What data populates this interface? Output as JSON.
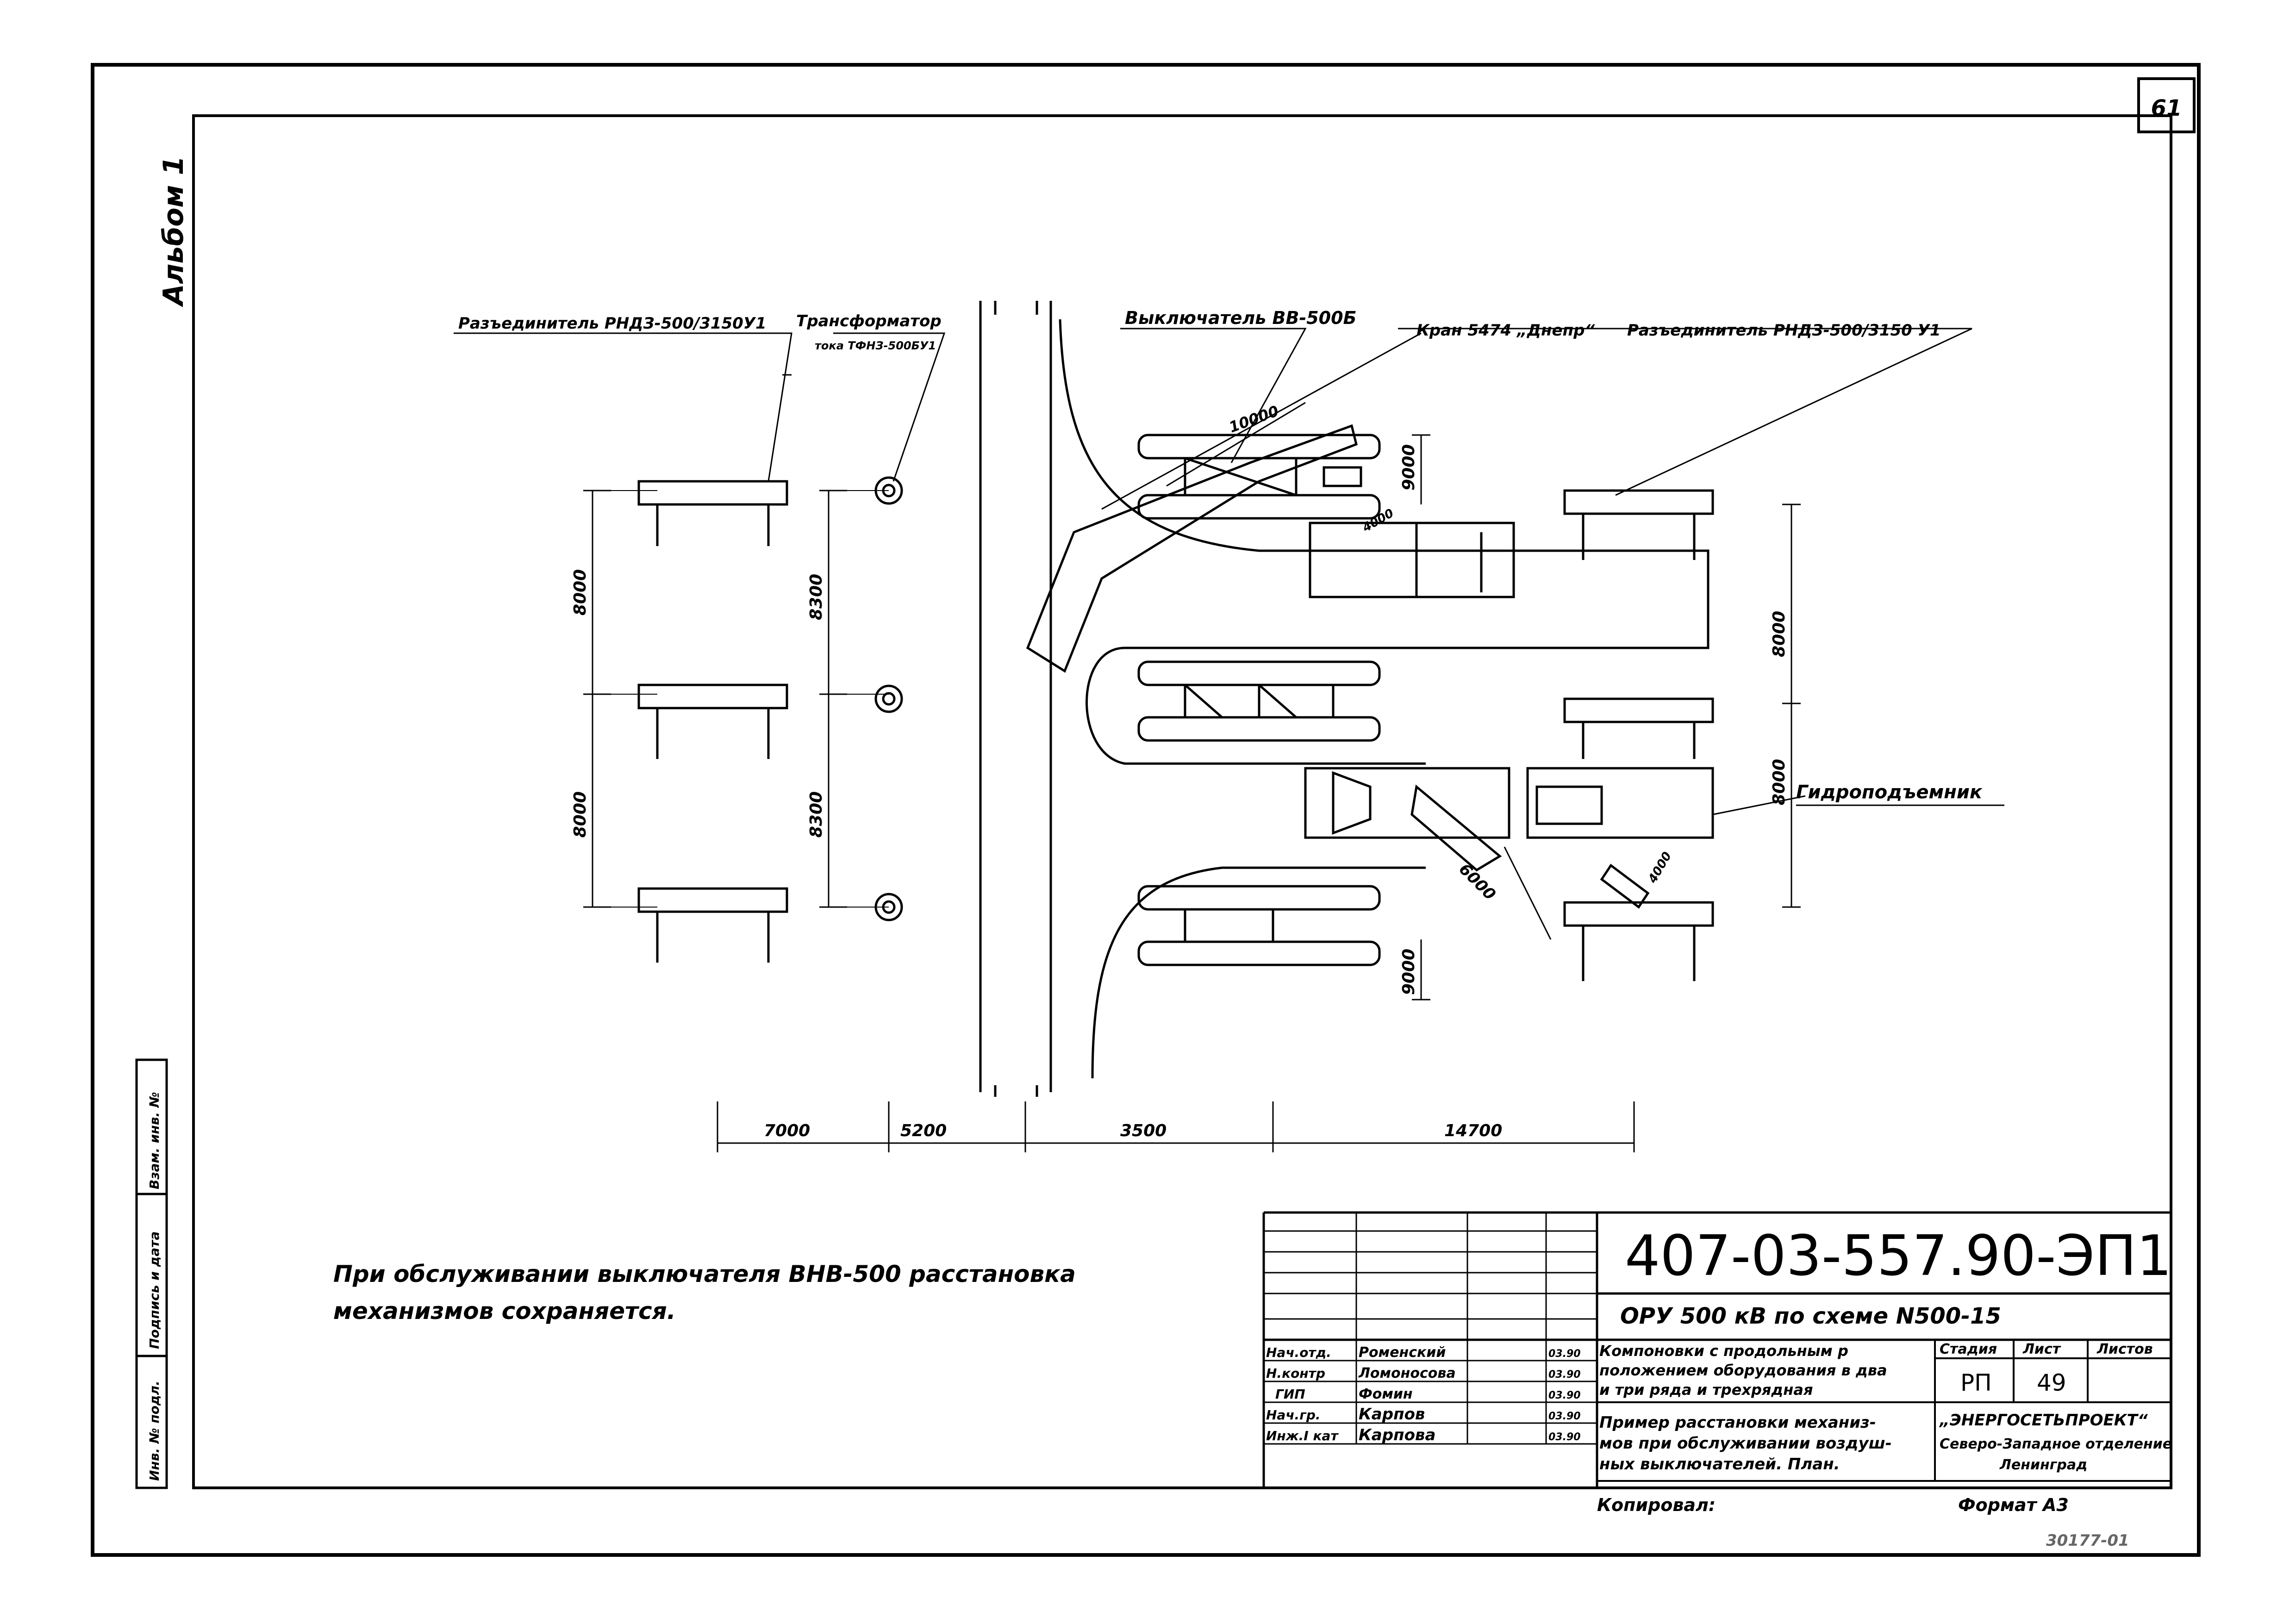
{
  "sheet_number": "61",
  "album_label": "Альбом 1",
  "side_stamp": {
    "inv_no": "Инв. № подл.",
    "sign_date": "Подпись и дата",
    "replace_inv": "Взам. инв. №"
  },
  "labels": {
    "disconnector_left": "Разъединитель РНДЗ-500/3150У1",
    "transformer_line1": "Трансформатор",
    "transformer_line2": "тока ТФНЗ-500БУ1",
    "breaker": "Выключатель ВВ-500Б",
    "crane": "Кран 5474 „Днепр“",
    "disconnector_right": "Разъединитель РНДЗ-500/3150 У1",
    "hydrolift": "Гидроподъемник"
  },
  "dimensions": {
    "d8000_a": "8000",
    "d8000_b": "8000",
    "d8300_a": "8300",
    "d8300_b": "8300",
    "d9000_top": "9000",
    "d9000_bot": "9000",
    "d8000_r1": "8000",
    "d8000_r2": "8000",
    "d10000": "10000",
    "d4000_a": "4000",
    "d4000_b": "4000",
    "d6000": "6000",
    "bottom_7000": "7000",
    "bottom_5200": "5200",
    "bottom_3500": "3500",
    "bottom_14700": "14700"
  },
  "note_line1": "При обслуживании выключателя ВНВ-500 расстановка",
  "note_line2": "механизмов сохраняется.",
  "title_block": {
    "doc_code": "407-03-557.90-ЭП1",
    "project": "ОРУ 500 кВ по схеме N500-15",
    "desc1_l1": "Компоновки с продольным р",
    "desc1_l2": "положением оборудования в два",
    "desc1_l3": "и три ряда и трехрядная",
    "desc2_l1": "Пример расстановки механиз-",
    "desc2_l2": "мов при обслуживании воздуш-",
    "desc2_l3": "ных выключателей. План.",
    "stage_h": "Стадия",
    "sheet_h": "Лист",
    "sheets_h": "Листов",
    "stage": "РП",
    "sheet": "49",
    "org1": "„ЭНЕРГОСЕТЬПРОЕКТ“",
    "org2": "Северо-Западное отделение",
    "org3": "Ленинград",
    "roles": [
      "Нач.отд.",
      "Н.контр",
      "ГИП",
      "Нач.гр.",
      "Инж.I кат"
    ],
    "names": [
      "Роменский",
      "Ломоносова",
      "Фомин",
      "Карпов",
      "Карпова"
    ],
    "dates": [
      "03.90",
      "03.90",
      "03.90",
      "03.90",
      "03.90"
    ],
    "copied": "Копировал:",
    "format": "Формат А3",
    "corner_code": "30177-01"
  }
}
